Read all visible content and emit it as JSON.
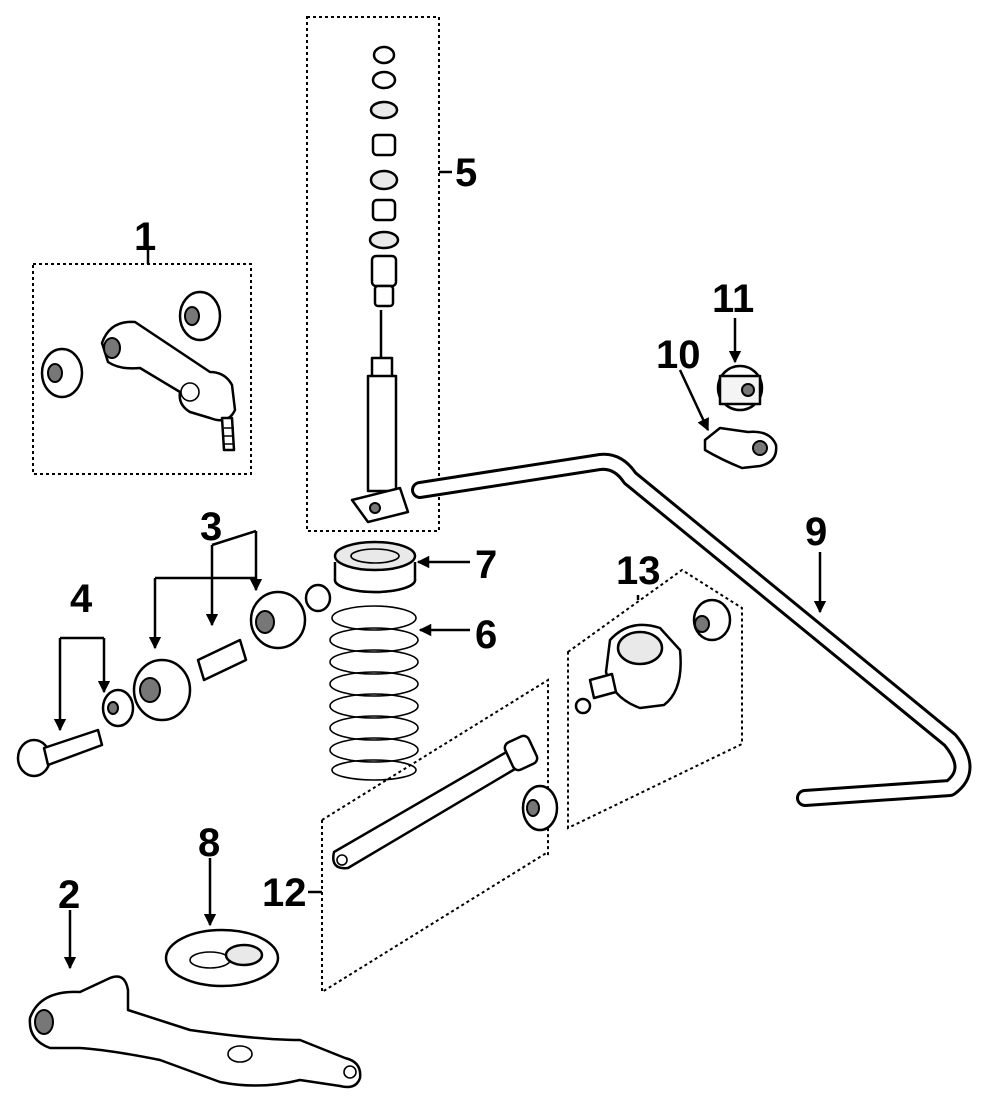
{
  "callouts": {
    "c1": "1",
    "c2": "2",
    "c3": "3",
    "c4": "4",
    "c5": "5",
    "c6": "6",
    "c7": "7",
    "c8": "8",
    "c9": "9",
    "c10": "10",
    "c11": "11",
    "c12": "12",
    "c13": "13"
  },
  "colors": {
    "line": "#000000",
    "background": "#ffffff"
  }
}
